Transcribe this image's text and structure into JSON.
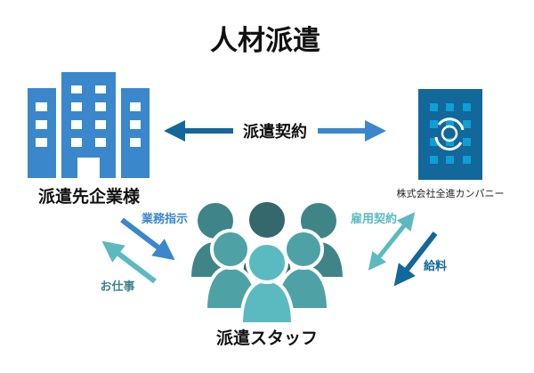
{
  "title": "人材派遣",
  "client": {
    "label": "派遣先企業様"
  },
  "agency": {
    "label": "株式会社全進カンパニー"
  },
  "staff": {
    "label": "派遣staff"
  },
  "arrows": {
    "dispatch_contract": "派遣契約",
    "work_instruction": "業務指示",
    "work": "お仕事",
    "employment_contract": "雇用契約",
    "salary": "給料"
  },
  "colors": {
    "blue": "#3a87cc",
    "dark_blue": "#12679b",
    "teal": "#5bbac0",
    "dark_teal": "#3a6e72"
  }
}
